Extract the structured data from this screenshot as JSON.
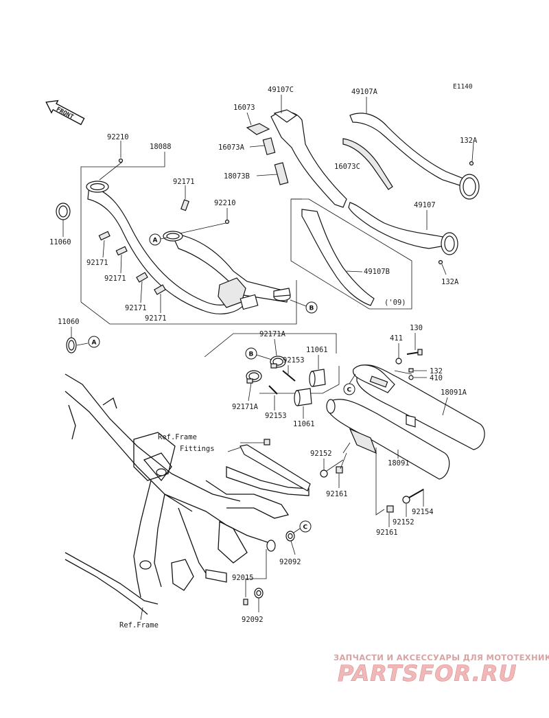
{
  "diagram_code": "E1140",
  "front_label": "FRONT",
  "parts": {
    "p92210_top": "92210",
    "p18088": "18088",
    "p92171_a": "92171",
    "p92210_mid": "92210",
    "p11060_top": "11060",
    "p92171_b": "92171",
    "p92171_c": "92171",
    "p92171_d": "92171",
    "p92171_e": "92171",
    "p11060_bottom": "11060",
    "p16073": "16073",
    "p16073A": "16073A",
    "p18073B": "18073B",
    "p49107C": "49107C",
    "p49107A": "49107A",
    "p16073C": "16073C",
    "p132A_top": "132A",
    "p49107": "49107",
    "p132A_bottom": "132A",
    "p49107B": "49107B",
    "p_year": "('09)",
    "p92171A_top": "92171A",
    "p11061_top": "11061",
    "p92153_top": "92153",
    "p92171A_bottom": "92171A",
    "p92153_bottom": "92153",
    "p11061_bottom": "11061",
    "p411": "411",
    "p130": "130",
    "p132": "132",
    "p410": "410",
    "p18091A": "18091A",
    "p92152_left": "92152",
    "p92161_left": "92161",
    "p18091": "18091",
    "p92154": "92154",
    "p92152_right": "92152",
    "p92161_right": "92161",
    "p92092_right": "92092",
    "p92015": "92015",
    "p92092_bottom": "92092"
  },
  "callouts": {
    "A1": "A",
    "B1": "B",
    "A2": "A",
    "B2": "B",
    "C1": "C",
    "C2": "C"
  },
  "ref_frame_fittings_line1": "Ref.Frame",
  "ref_frame_fittings_line2": "Fittings",
  "ref_frame_bottom": "Ref.Frame",
  "watermark": {
    "line1": "ЗАПЧАСТИ И АКСЕССУАРЫ ДЛЯ МОТОТЕХНИКИ",
    "line2": "PARTSFOR.RU",
    "color": "#d98c8c"
  }
}
